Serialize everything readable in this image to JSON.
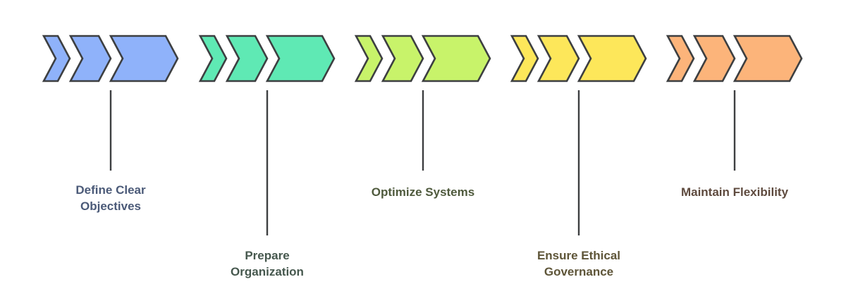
{
  "steps": [
    {
      "label": "Define Clear\nObjectives",
      "fill": "#8fb2fa",
      "label_color": "#4b5a78"
    },
    {
      "label": "Prepare\nOrganization",
      "fill": "#5fe9b4",
      "label_color": "#46584e"
    },
    {
      "label": "Optimize Systems",
      "fill": "#c8f36a",
      "label_color": "#4f5a3d"
    },
    {
      "label": "Ensure Ethical\nGovernance",
      "fill": "#fde75a",
      "label_color": "#5e5538"
    },
    {
      "label": "Maintain Flexibility",
      "fill": "#fcb47a",
      "label_color": "#5e4a3e"
    }
  ],
  "stroke_color": "#3d3f41"
}
